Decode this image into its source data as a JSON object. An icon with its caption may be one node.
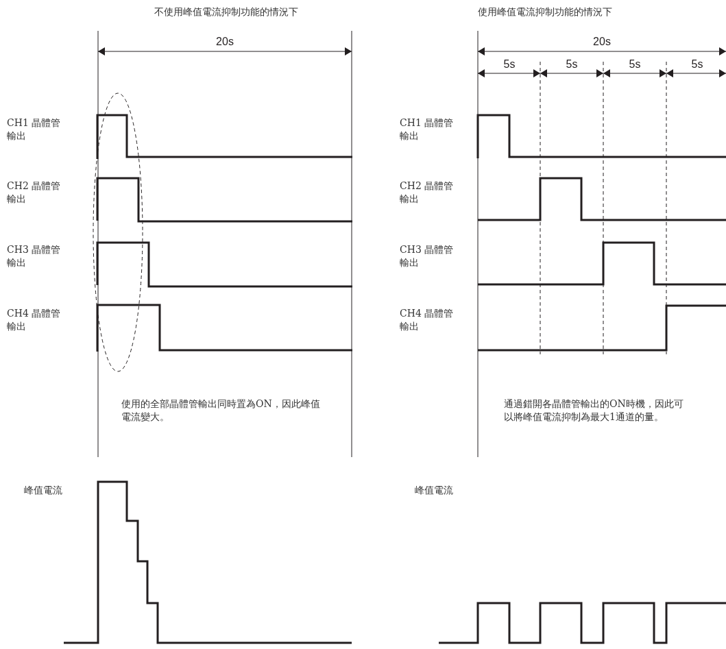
{
  "diagram": {
    "labels": [
      "不使用峰值電流抑制功能的情況下",
      "使用峰值電流抑制功能的情況下",
      "20s",
      "20s",
      "5s",
      "5s",
      "5s",
      "5s",
      "CH1 晶體管輸出",
      "CH1 晶體管輸出",
      "CH2 晶體管輸出",
      "CH2 晶體管輸出",
      "CH3 晶體管輸出",
      "CH3 晶體管輸出",
      "CH4 晶體管輸出",
      "CH4 晶體管輸出",
      "使用的全部晶體管輸出同時置為ON，因此峰值電流變大。",
      "通過錯開各晶體管輸出的ON時機，因此可以將峰值電流抑制為最大1通道的量。",
      "峰值電流",
      "峰值電流"
    ]
  }
}
